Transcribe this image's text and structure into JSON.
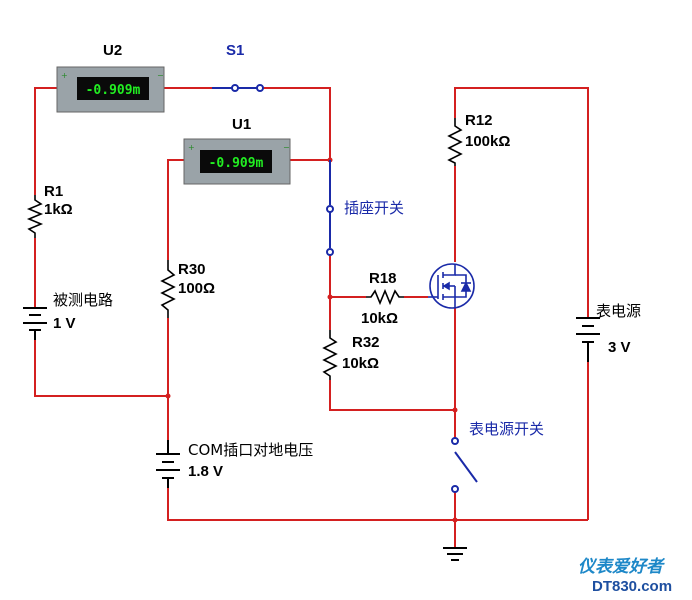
{
  "meters": {
    "u2": {
      "name": "U2",
      "reading": "-0.909m"
    },
    "u1": {
      "name": "U1",
      "reading": "-0.909m"
    }
  },
  "switches": {
    "s1": {
      "name": "S1"
    },
    "socket_switch": {
      "name": "插座开关"
    },
    "meter_power_switch": {
      "name": "表电源开关"
    }
  },
  "resistors": {
    "r1": {
      "name": "R1",
      "value": "1kΩ"
    },
    "r30": {
      "name": "R30",
      "value": "100Ω"
    },
    "r12": {
      "name": "R12",
      "value": "100kΩ"
    },
    "r18": {
      "name": "R18",
      "value": "10kΩ"
    },
    "r32": {
      "name": "R32",
      "value": "10kΩ"
    }
  },
  "sources": {
    "test_circuit": {
      "name": "被测电路",
      "voltage": "1 V"
    },
    "com_to_ground": {
      "name": "COM插口对地电压",
      "voltage": "1.8 V"
    },
    "meter_power": {
      "name": "表电源",
      "voltage": "3 V"
    }
  },
  "watermark": {
    "line1": "仪表爱好者",
    "line2": "DT830.com"
  },
  "colors": {
    "wire": "#d42020",
    "switch_wire": "#1a2aa8",
    "meter_display": "#22ee22"
  }
}
